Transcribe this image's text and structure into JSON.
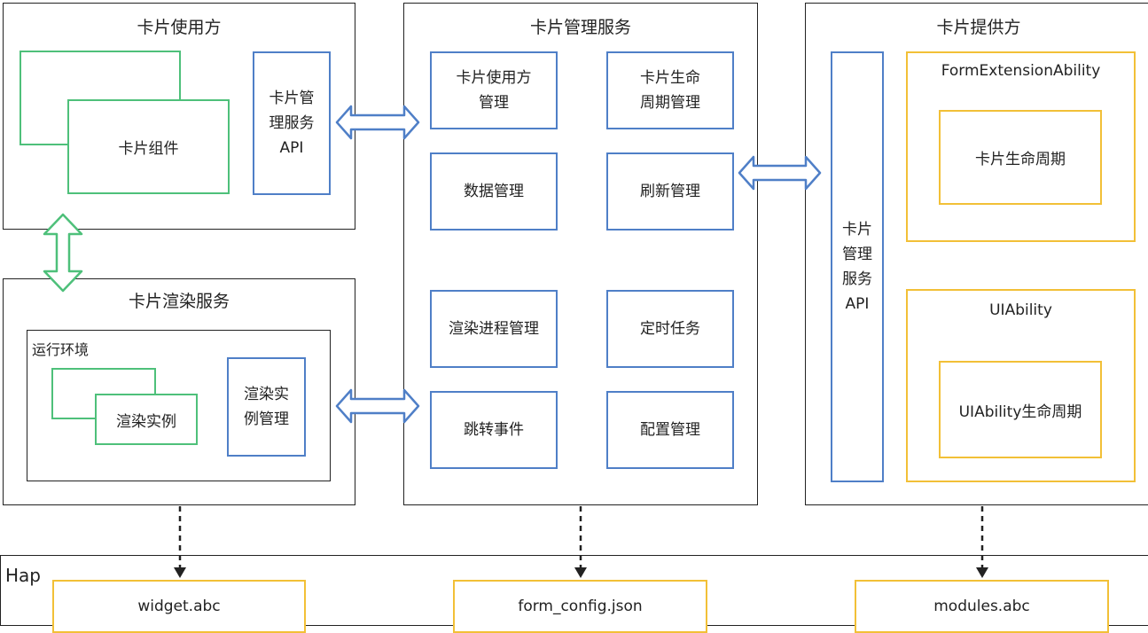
{
  "colors": {
    "border": "#222222",
    "blue": "#4f7fc7",
    "green": "#4ec07a",
    "yellow": "#f2c037"
  },
  "consumer": {
    "title": "卡片使用方",
    "widget": "卡片组件",
    "api": "卡片管\n理服务\nAPI"
  },
  "render": {
    "title": "卡片渲染服务",
    "env": "运行环境",
    "instance": "渲染实例",
    "instance_mgmt": "渲染实\n例管理"
  },
  "manager": {
    "title": "卡片管理服务",
    "modules": [
      "卡片使用方\n管理",
      "卡片生命\n周期管理",
      "数据管理",
      "刷新管理",
      "渲染进程管理",
      "定时任务",
      "跳转事件",
      "配置管理"
    ]
  },
  "provider": {
    "title": "卡片提供方",
    "api": "卡片\n管理\n服务\nAPI",
    "form_ext": "FormExtensionAbility",
    "form_lifecycle": "卡片生命周期",
    "ui_ability": "UIAbility",
    "ui_lifecycle": "UIAbility生命周期"
  },
  "hap": {
    "label": "Hap",
    "files": [
      "widget.abc",
      "form_config.json",
      "modules.abc"
    ]
  },
  "icons": [
    "bidirectional-arrow-icon",
    "dashed-arrow-icon"
  ]
}
